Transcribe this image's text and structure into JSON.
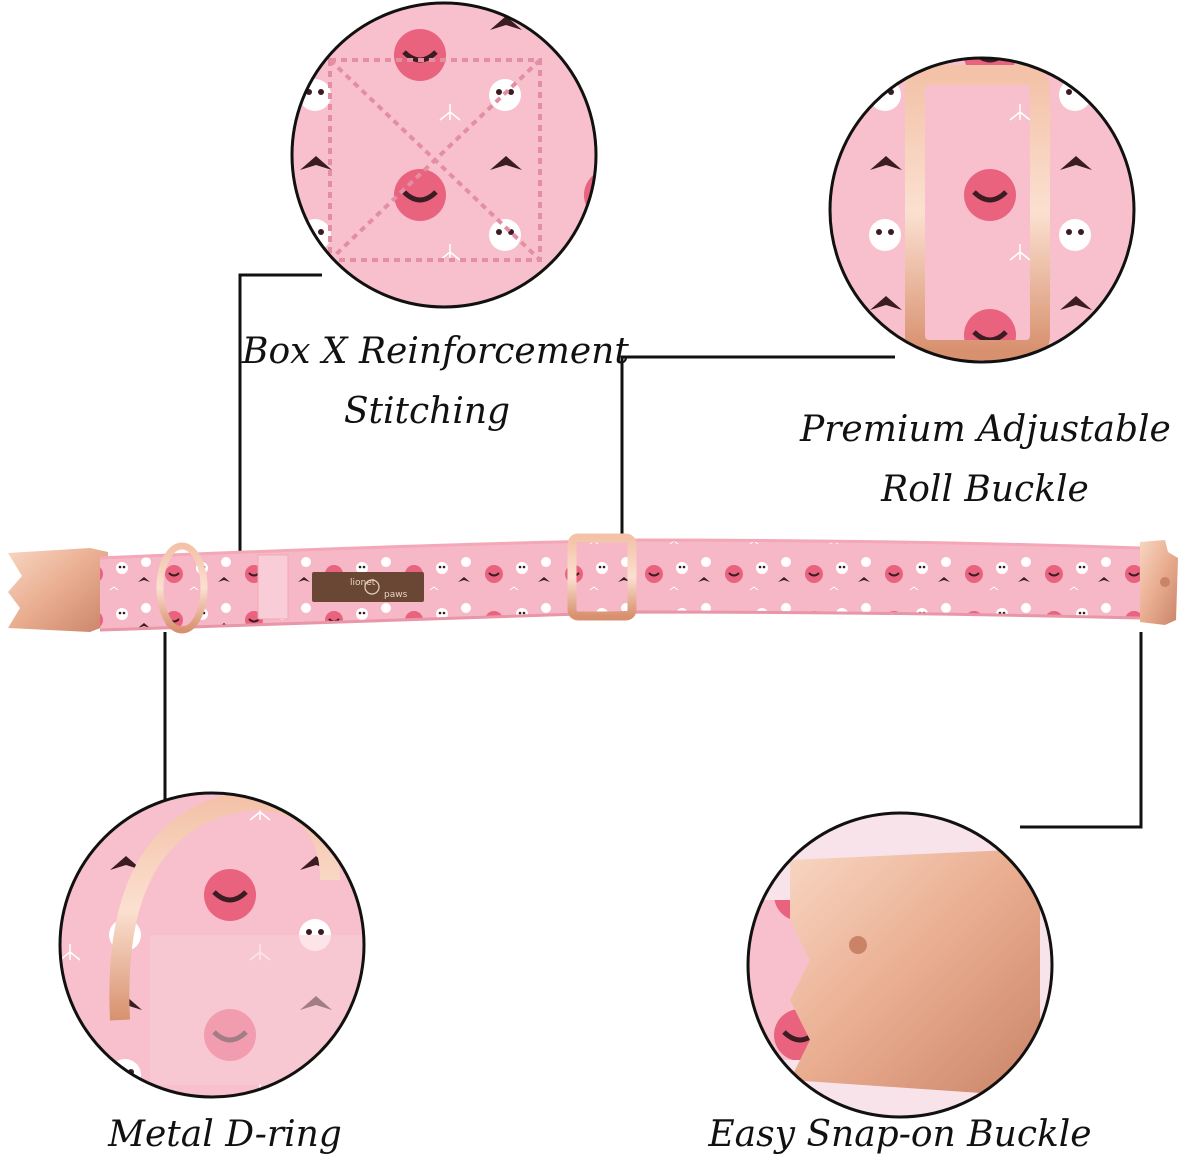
{
  "product": {
    "tag_text_top": "lionet",
    "tag_text_bottom": "paws"
  },
  "callouts": {
    "box_x": {
      "line1": "Box X Reinforcement",
      "line2": "Stitching"
    },
    "roll_buckle": {
      "line1": "Premium Adjustable",
      "line2": "Roll Buckle"
    },
    "d_ring": {
      "line1": "Metal D-ring"
    },
    "snap_buckle": {
      "line1": "Easy Snap-on Buckle"
    }
  },
  "colors": {
    "fabric_pink": "#f6b8c6",
    "fabric_light": "#fbd3dc",
    "pumpkin_pink": "#e9637f",
    "bat_dark": "#3a1c22",
    "ghost_white": "#ffffff",
    "rose_gold": "#e9ac8f",
    "rose_gold_light": "#f8d6c2",
    "rose_gold_dark": "#c98468",
    "tag_brown": "#6a4634",
    "circle_border": "#111111",
    "leader_line": "#111111"
  }
}
